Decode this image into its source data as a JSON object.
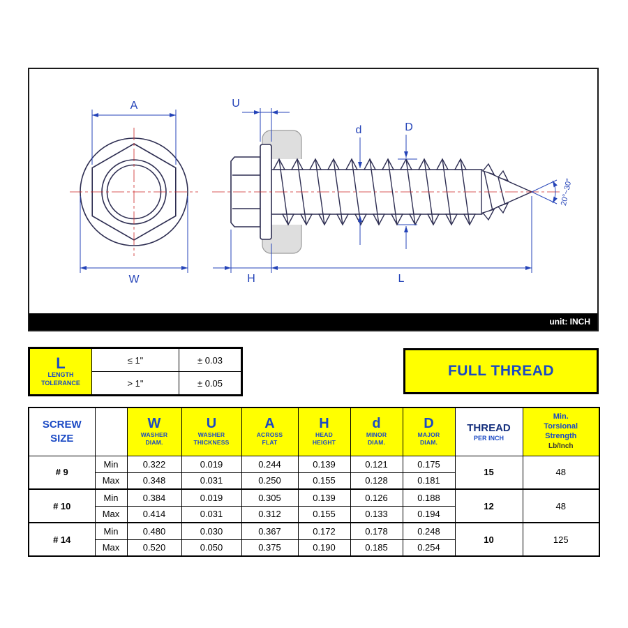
{
  "unit_label": "unit: INCH",
  "drawing": {
    "labels": {
      "A": "A",
      "U": "U",
      "W": "W",
      "H": "H",
      "L": "L",
      "d": "d",
      "D": "D",
      "angle": "20°~30°"
    }
  },
  "tolerance_table": {
    "symbol": "L",
    "caption_line1": "LENGTH",
    "caption_line2": "TOLERANCE",
    "rows": [
      {
        "condition": "≤ 1\"",
        "tolerance": "± 0.03"
      },
      {
        "condition": "> 1\"",
        "tolerance": "± 0.05"
      }
    ]
  },
  "full_thread_label": "FULL THREAD",
  "spec_table": {
    "screw_header_line1": "SCREW",
    "screw_header_line2": "SIZE",
    "min_label": "Min",
    "max_label": "Max",
    "dim_columns": [
      {
        "letter": "W",
        "sub1": "WASHER",
        "sub2": "DIAM."
      },
      {
        "letter": "U",
        "sub1": "WASHER",
        "sub2": "THICKNESS"
      },
      {
        "letter": "A",
        "sub1": "ACROSS",
        "sub2": "FLAT"
      },
      {
        "letter": "H",
        "sub1": "HEAD",
        "sub2": "HEIGHT"
      },
      {
        "letter": "d",
        "sub1": "MINOR",
        "sub2": "DIAM."
      },
      {
        "letter": "D",
        "sub1": "MAJOR",
        "sub2": "DIAM."
      }
    ],
    "thread_header": {
      "main": "THREAD",
      "sub": "PER INCH"
    },
    "strength_header": {
      "line1": "Min.",
      "line2": "Torsional",
      "line3": "Strength",
      "line4": "Lb/Inch"
    },
    "rows": [
      {
        "size": "# 9",
        "min": [
          "0.322",
          "0.019",
          "0.244",
          "0.139",
          "0.121",
          "0.175"
        ],
        "max": [
          "0.348",
          "0.031",
          "0.250",
          "0.155",
          "0.128",
          "0.181"
        ],
        "thread": "15",
        "strength": "48"
      },
      {
        "size": "# 10",
        "min": [
          "0.384",
          "0.019",
          "0.305",
          "0.139",
          "0.126",
          "0.188"
        ],
        "max": [
          "0.414",
          "0.031",
          "0.312",
          "0.155",
          "0.133",
          "0.194"
        ],
        "thread": "12",
        "strength": "48"
      },
      {
        "size": "# 14",
        "min": [
          "0.480",
          "0.030",
          "0.367",
          "0.172",
          "0.178",
          "0.248"
        ],
        "max": [
          "0.520",
          "0.050",
          "0.375",
          "0.190",
          "0.185",
          "0.254"
        ],
        "thread": "10",
        "strength": "125"
      }
    ]
  }
}
